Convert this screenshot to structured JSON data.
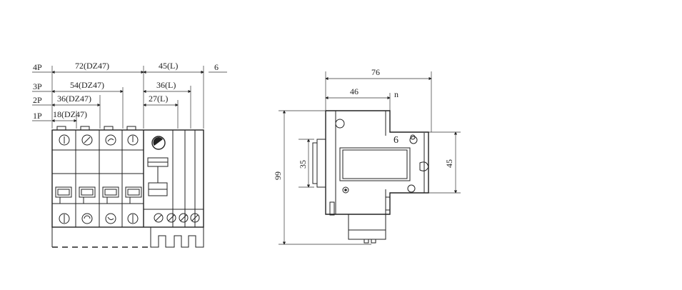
{
  "front_view": {
    "pole_labels": [
      "4P",
      "3P",
      "2P",
      "1P"
    ],
    "dims": {
      "w4p": "72(DZ47)",
      "l45": "45(L)",
      "n6": "6",
      "w3p": "54(DZ47)",
      "l36": "36(L)",
      "w2p": "36(DZ47)",
      "l27": "27(L)",
      "w1p": "18(DZ47)"
    }
  },
  "side_view": {
    "dims": {
      "width_total": "76",
      "width_partial": "46",
      "n_label": "n",
      "height_total": "99",
      "rail_height": "35",
      "front_height": "45"
    },
    "marker": "6"
  }
}
